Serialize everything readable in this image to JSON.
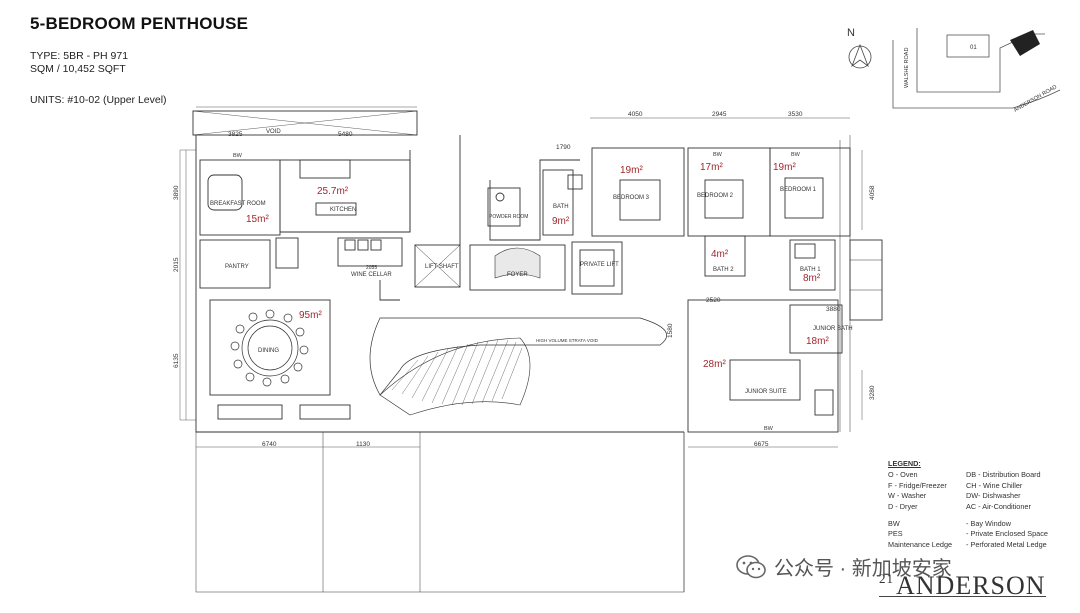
{
  "header": {
    "title": "5-BEDROOM PENTHOUSE",
    "type_line": "TYPE: 5BR - PH 971",
    "size_line": "SQM / 10,452 SQFT",
    "units_line": "UNITS:  #10-02 (Upper Level)"
  },
  "key_plan": {
    "north": "N",
    "road_1": "WALSHE ROAD",
    "road_2": "ANDERSON ROAD",
    "block": "01"
  },
  "rooms": {
    "breakfast_room": "BREAKFAST ROOM",
    "kitchen": "KITCHEN",
    "pantry": "PANTRY",
    "wine_cellar": "WINE CELLAR",
    "dining": "DINING",
    "lift_shaft": "LIFT SHAFT",
    "foyer": "FOYER",
    "powder_room": "POWDER ROOM",
    "bath": "BATH",
    "private_lift": "PRIVATE LIFT",
    "bedroom_3": "BEDROOM 3",
    "bedroom_2": "BEDROOM 2",
    "bedroom_1": "BEDROOM 1",
    "bath_2": "BATH 2",
    "bath_1": "BATH 1",
    "junior_bath": "JUNIOR BATH",
    "junior_suite": "JUNIOR SUITE",
    "high_volume": "HIGH VOLUME STRATA VOID",
    "void": "VOID"
  },
  "areas": {
    "breakfast": "15m²",
    "kitchen": "25.7m²",
    "dining": "95m²",
    "bath": "9m²",
    "bedroom_3": "19m²",
    "bedroom_2": "17m²",
    "bedroom_1": "19m²",
    "bath_2": "4m²",
    "bath_1": "8m²",
    "junior_bath": "18m²",
    "junior_suite": "28m²"
  },
  "dimensions": {
    "d3825": "3825",
    "d5480": "5480",
    "d3890": "3890",
    "d2015": "2015",
    "d6135": "6135",
    "d6740": "6740",
    "d1130": "1130",
    "d4050": "4050",
    "d2945": "2945",
    "d3530": "3530",
    "d1790": "1790",
    "d4058": "4058",
    "d2520": "2520",
    "d3880": "3880",
    "d1580": "1580",
    "d3280": "3280",
    "d6675": "6675",
    "d2055": "2055",
    "bw_labels": "BW"
  },
  "legend": {
    "title": "LEGEND:",
    "rows": [
      [
        "O  - Oven",
        "DB - Distribution Board"
      ],
      [
        "F  - Fridge/Freezer",
        "CH - Wine Chiller"
      ],
      [
        "W  - Washer",
        "DW- Dishwasher"
      ],
      [
        "D  - Dryer",
        "AC - Air-Conditioner"
      ]
    ],
    "rows2": [
      [
        "BW",
        "- Bay Window"
      ],
      [
        "PES",
        "- Private Enclosed Space"
      ],
      [
        "Maintenance Ledge",
        "- Perforated Metal Ledge"
      ]
    ]
  },
  "watermark": "公众号 · 新加坡安家",
  "brand": {
    "number": "21",
    "name": "ANDERSON"
  },
  "colors": {
    "area_text": "#a0282d",
    "line": "#333333"
  }
}
